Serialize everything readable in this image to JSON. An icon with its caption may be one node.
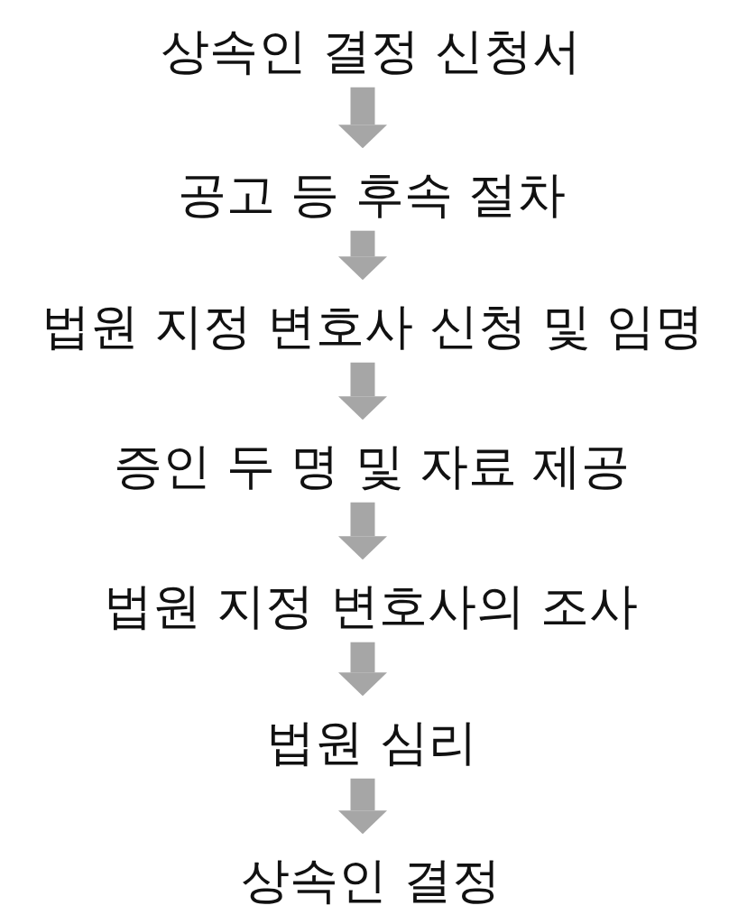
{
  "diagram": {
    "nodes": [
      {
        "text": [
          "상속인 결정 신청서"
        ]
      },
      {
        "text": [
          "공고 등 후속 절차"
        ]
      },
      {
        "text": [
          "법원 지정 변호사 신청 및 임명"
        ]
      },
      {
        "text": [
          "증인 두 명 및 자료 제공"
        ]
      },
      {
        "text": [
          "법원 지정 변호사의 조사"
        ]
      },
      {
        "text": [
          "법원 심리"
        ]
      },
      {
        "text": [
          "상속인 결정"
        ]
      }
    ],
    "edges": [
      {
        "from": 0,
        "to": 1,
        "arrow": "to"
      },
      {
        "from": 1,
        "to": 2,
        "arrow": "to"
      },
      {
        "from": 2,
        "to": 3,
        "arrow": "to"
      },
      {
        "from": 3,
        "to": 4,
        "arrow": "to"
      },
      {
        "from": 4,
        "to": 5,
        "arrow": "to"
      },
      {
        "from": 5,
        "to": 6,
        "arrow": "to"
      }
    ]
  }
}
